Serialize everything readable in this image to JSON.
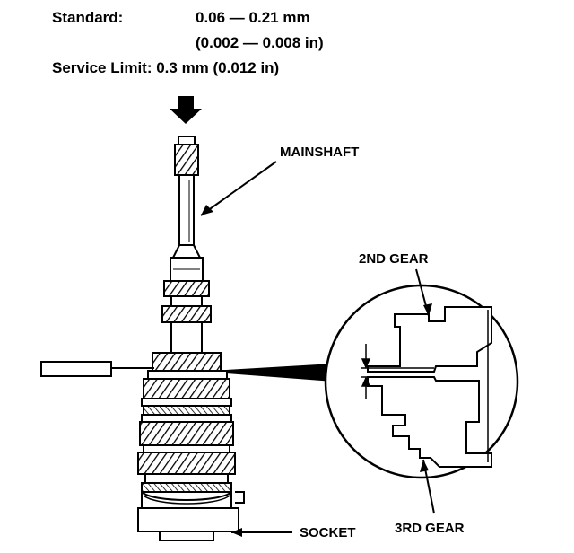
{
  "specs": {
    "standard_label": "Standard:",
    "standard_value_mm": "0.06 — 0.21 mm",
    "standard_value_in": "(0.002 — 0.008 in)",
    "service_limit": "Service Limit: 0.3 mm (0.012 in)"
  },
  "labels": {
    "mainshaft": "MAINSHAFT",
    "second_gear": "2ND GEAR",
    "third_gear": "3RD GEAR",
    "socket": "SOCKET"
  }
}
